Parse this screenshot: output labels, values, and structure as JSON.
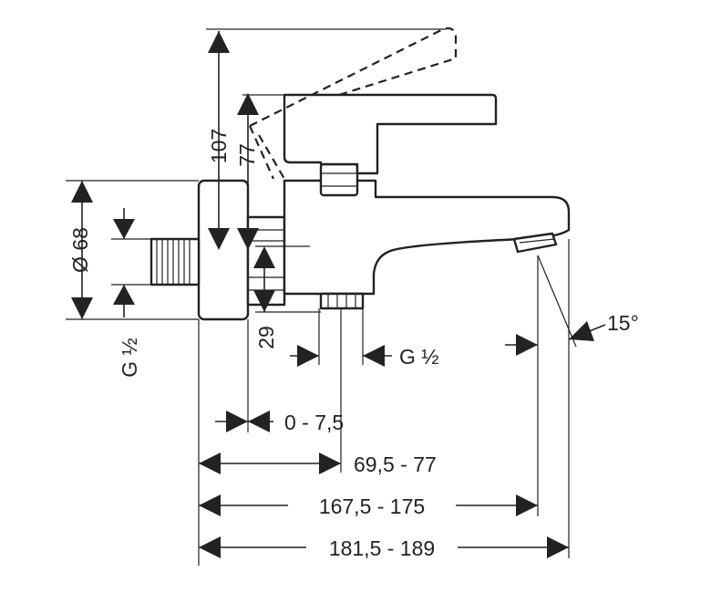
{
  "dimensions": {
    "lever_height": "107",
    "lever_height_alt": "77",
    "flange_diameter": "Ø 68",
    "inlet_thread": "G ½",
    "inlet_offset": "29",
    "outlet_thread": "G ½",
    "spout_angle": "15°",
    "adjust_range": "0 - 7,5",
    "depth_short": "69,5 - 77",
    "depth_medium": "167,5 - 175",
    "depth_long": "181,5 - 189"
  }
}
